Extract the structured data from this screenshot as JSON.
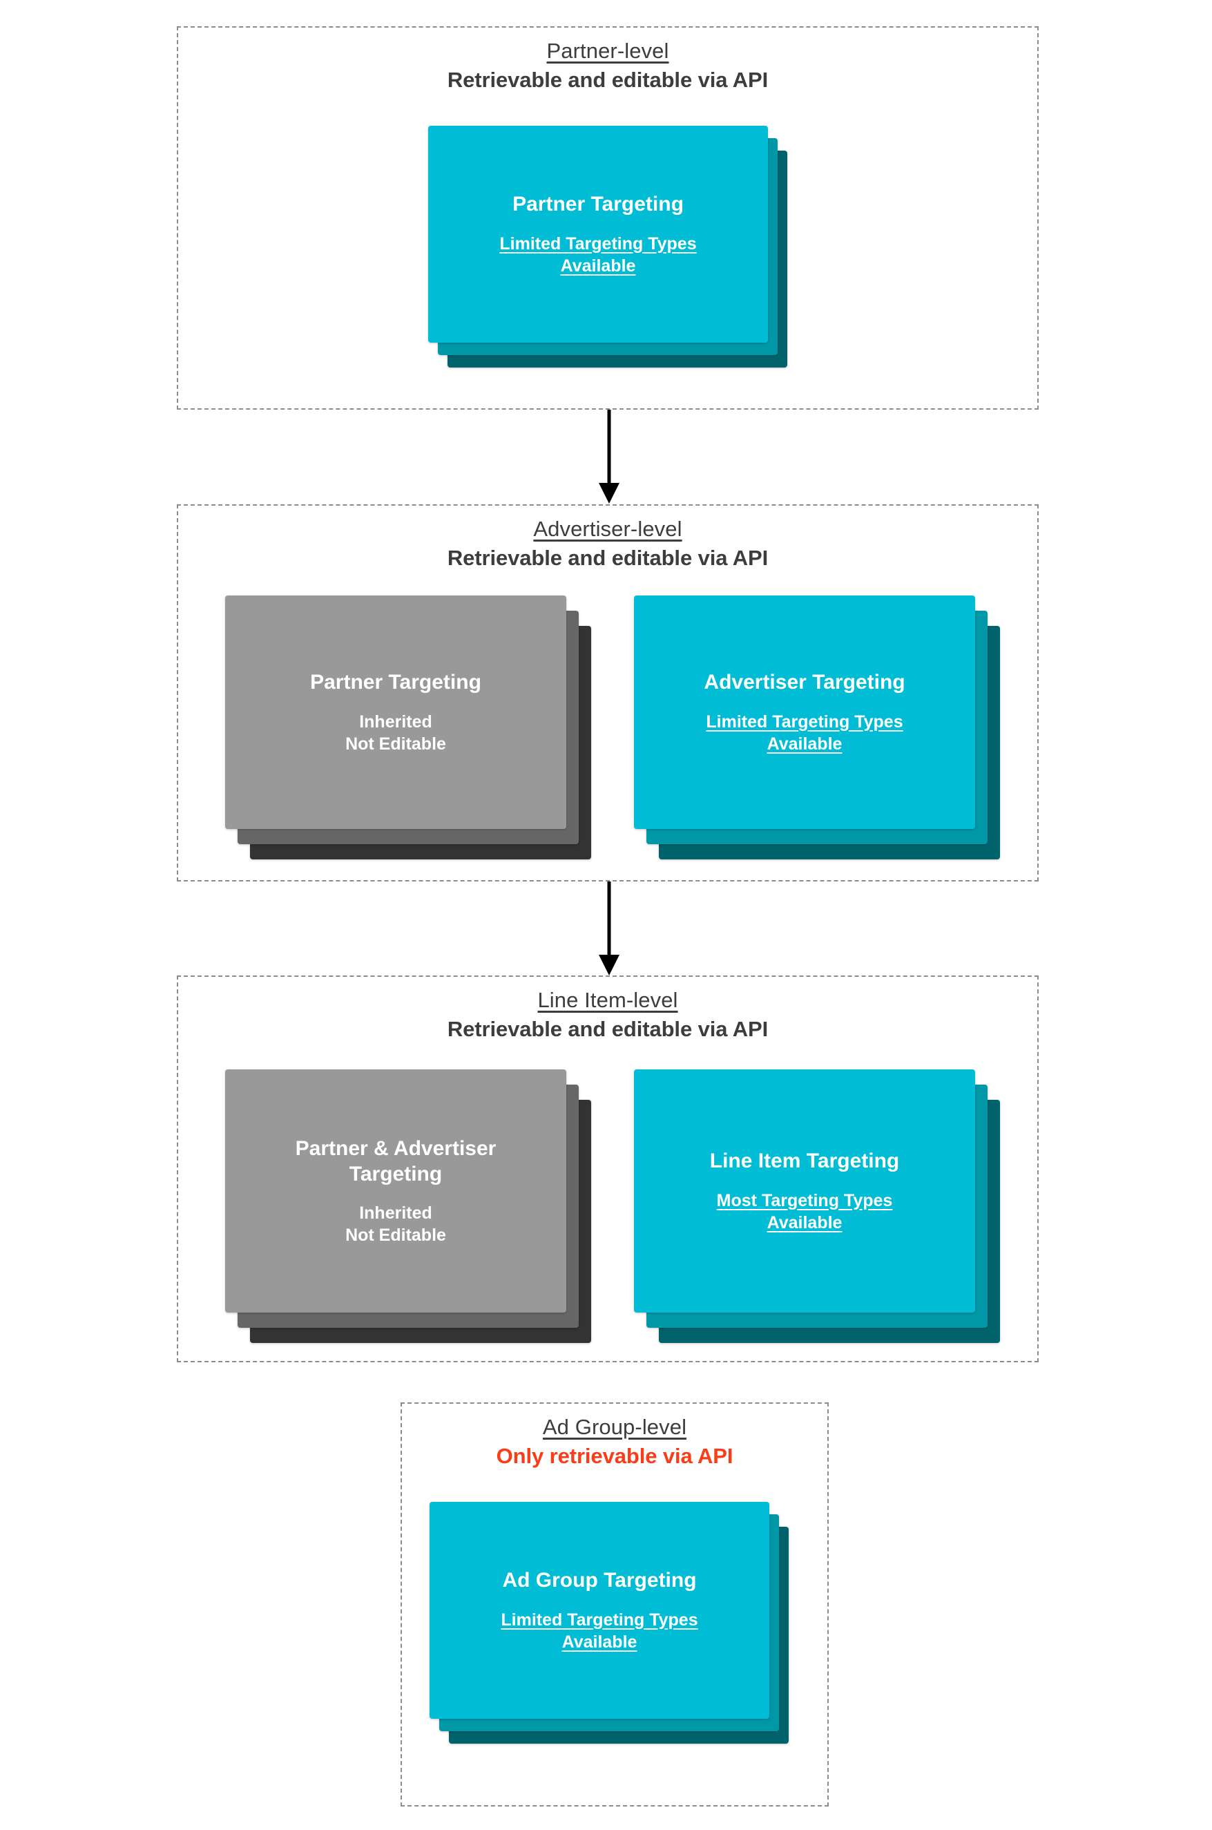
{
  "diagram": {
    "colors": {
      "cyan_front": "#00bcd4",
      "cyan_mid": "#0097a7",
      "cyan_back": "#00636b",
      "gray_front": "#999999",
      "gray_mid": "#666666",
      "gray_back": "#333333",
      "heading_text": "#3d3d3d",
      "danger_text": "#fa3c18",
      "dashed_border": "#8c8c8c",
      "arrow": "#000000"
    },
    "levels": [
      {
        "id": "partner-level",
        "title": "Partner-level",
        "subtitle": "Retrievable and editable via API",
        "subtitle_danger": false,
        "cards": [
          {
            "id": "partner-targeting",
            "title": "Partner Targeting",
            "subtitle": "Limited Targeting Types Available",
            "subtitle_underlined": true,
            "theme": "cyan"
          }
        ]
      },
      {
        "id": "advertiser-level",
        "title": "Advertiser-level",
        "subtitle": "Retrievable and editable via API",
        "subtitle_danger": false,
        "cards": [
          {
            "id": "partner-targeting-inherited",
            "title": "Partner Targeting",
            "subtitle": "Inherited\nNot Editable",
            "subtitle_underlined": false,
            "theme": "gray"
          },
          {
            "id": "advertiser-targeting",
            "title": "Advertiser Targeting",
            "subtitle": "Limited Targeting Types Available",
            "subtitle_underlined": true,
            "theme": "cyan"
          }
        ]
      },
      {
        "id": "line-item-level",
        "title": "Line Item-level",
        "subtitle": "Retrievable and editable via API",
        "subtitle_danger": false,
        "cards": [
          {
            "id": "partner-advertiser-targeting-inherited",
            "title": "Partner & Advertiser Targeting",
            "subtitle": "Inherited\nNot Editable",
            "subtitle_underlined": false,
            "theme": "gray"
          },
          {
            "id": "line-item-targeting",
            "title": "Line Item Targeting",
            "subtitle": "Most Targeting Types Available",
            "subtitle_underlined": true,
            "theme": "cyan"
          }
        ]
      },
      {
        "id": "ad-group-level",
        "title": "Ad Group-level",
        "subtitle": "Only retrievable via API",
        "subtitle_danger": true,
        "cards": [
          {
            "id": "ad-group-targeting",
            "title": "Ad Group Targeting",
            "subtitle": "Limited Targeting Types Available",
            "subtitle_underlined": true,
            "theme": "cyan"
          }
        ]
      }
    ],
    "connectors": [
      {
        "id": "partner-to-advertiser",
        "from": "partner-level",
        "to": "advertiser-level"
      },
      {
        "id": "advertiser-to-line-item",
        "from": "advertiser-level",
        "to": "line-item-level"
      }
    ]
  }
}
